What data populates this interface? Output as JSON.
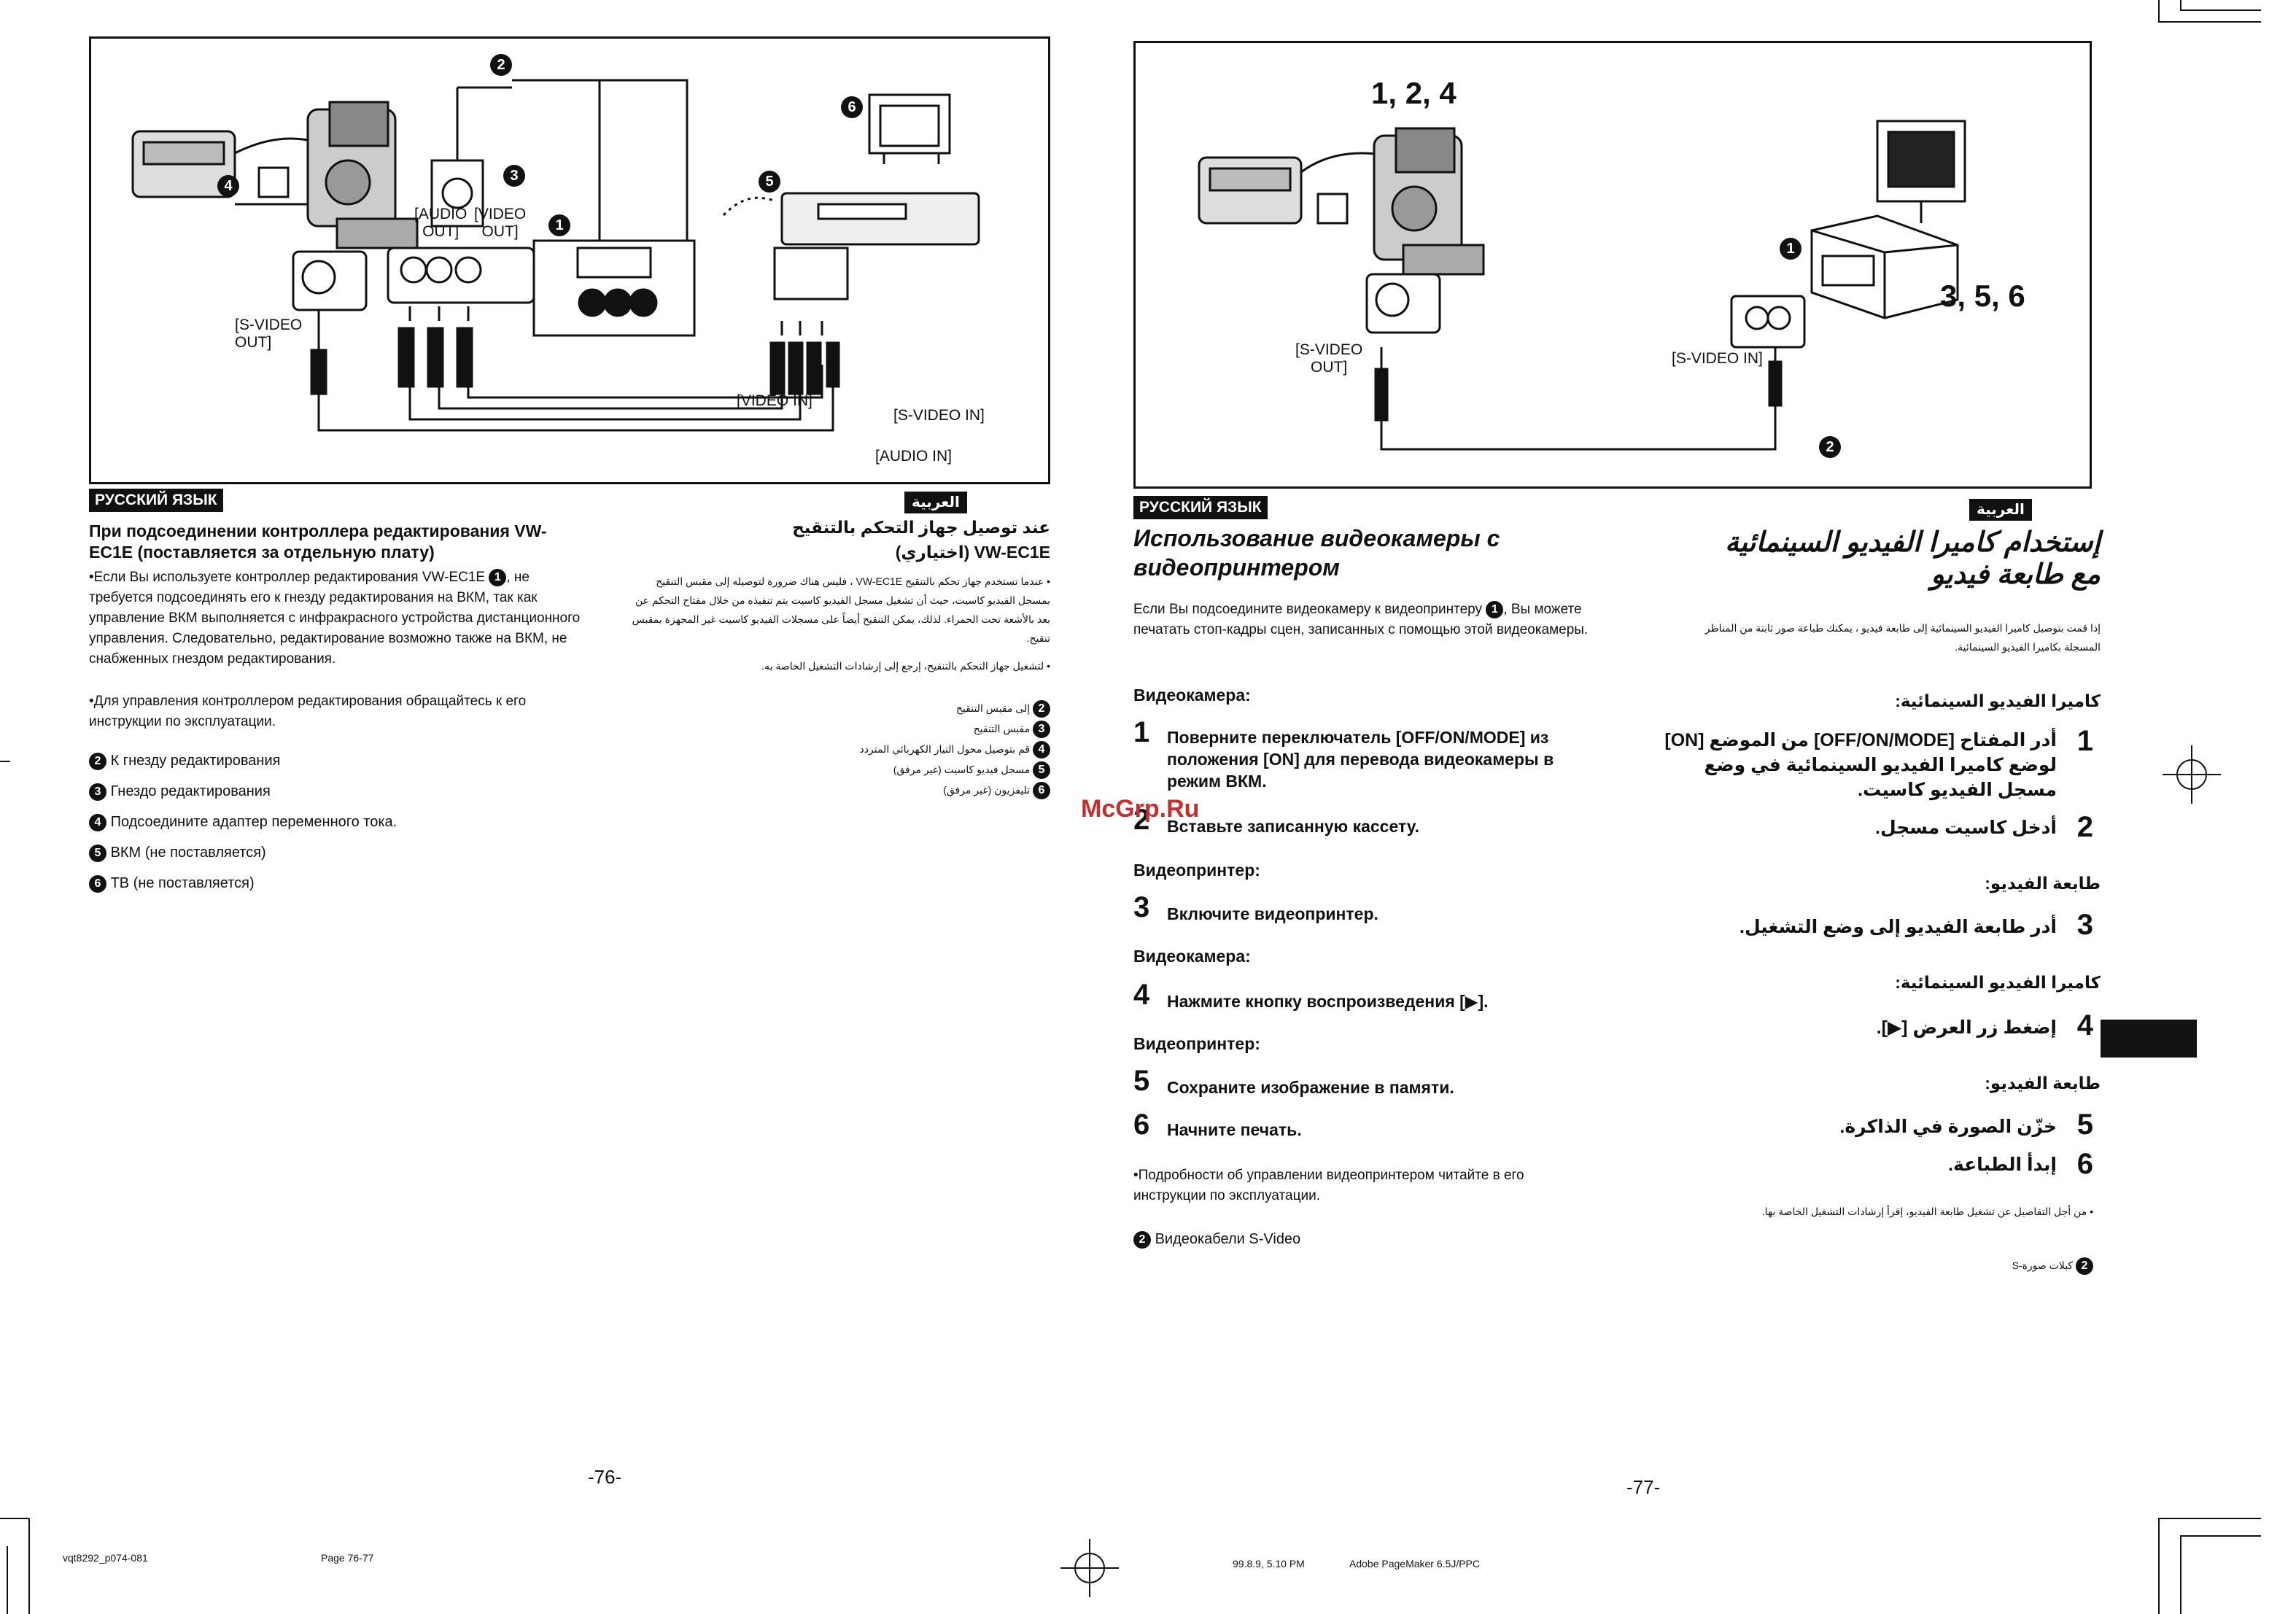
{
  "diagram_left": {
    "labels": {
      "s_video_out": "[S-VIDEO\nOUT]",
      "audio_out": "[AUDIO\nOUT]",
      "video_out": "[VIDEO\nOUT]",
      "video_in": "[VIDEO IN]",
      "s_video_in": "[S-VIDEO IN]",
      "audio_in": "[AUDIO IN]"
    },
    "markers": [
      "2",
      "3",
      "4",
      "5",
      "6",
      "1"
    ]
  },
  "diagram_right": {
    "labels": {
      "s_video_out": "[S-VIDEO\nOUT]",
      "s_video_in": "[S-VIDEO IN]",
      "camera_steps": "1, 2, 4",
      "printer_steps": "3, 5, 6"
    },
    "markers": [
      "1",
      "2"
    ]
  },
  "left_page": {
    "ru_badge": "РУССКИЙ ЯЗЫК",
    "ar_badge": "العربية",
    "ru_heading": "При подсоединении контроллера редактирования VW-EC1E (поставляется за отдельную плату)",
    "ru_bullet1_pre": "•Если Вы используете контроллер редактирования VW-EC1E",
    "ru_bullet1_post": ", не требуется подсоединять его к гнезду редактирования на ВКМ, так как управление ВКМ выполняется с инфракрасного устройства дистанционного управления. Следовательно, редактирование возможно также на ВКМ, не снабженных гнездом редактирования.",
    "ru_bullet2": "•Для управления контроллером редактирования обращайтесь к его инструкции по эксплуатации.",
    "ru_legend": [
      {
        "n": "2",
        "t": "К гнезду редактирования"
      },
      {
        "n": "3",
        "t": "Гнездо редактирования"
      },
      {
        "n": "4",
        "t": "Подсоедините адаптер переменного тока."
      },
      {
        "n": "5",
        "t": "ВКМ (не поставляется)"
      },
      {
        "n": "6",
        "t": "ТВ (не поставляется)"
      }
    ],
    "ar_heading1": "عند توصيل جهاز التحكم بالتنقيح",
    "ar_heading2": "VW-EC1E (اختياري)",
    "ar_body1": "• عندما تستخدم جهاز تحكم بالتنقيح VW-EC1E ، فليس هناك ضرورة لتوصيله إلى مقبس التنقيح بمسجل الفيديو كاسيت، حيث أن تشغيل مسجل الفيديو كاسيت يتم تنفيذه من خلال مفتاح التحكم عن بعد بالأشعة تحت الحمراء. لذلك، يمكن التنقيح أيضاً على مسجلات الفيديو كاسيت غير المجهزة بمقبس تنقيح.",
    "ar_body2": "• لتشغيل جهاز التحكم بالتنقيح، إرجع إلى إرشادات التشغيل الخاصة به.",
    "ar_legend": [
      {
        "n": "2",
        "t": "إلى مقبس التنقيح"
      },
      {
        "n": "3",
        "t": "مقبس التنقيح"
      },
      {
        "n": "4",
        "t": "قم بتوصيل محول التيار الكهربائي المتردد"
      },
      {
        "n": "5",
        "t": "مسجل فيديو كاسيت (غير مرفق)"
      },
      {
        "n": "6",
        "t": "تليفزيون (غير مرفق)"
      }
    ],
    "page_number": "-76-"
  },
  "right_page": {
    "ru_badge": "РУССКИЙ ЯЗЫК",
    "ar_badge": "العربية",
    "ru_title": "Использование видеокамеры с видеопринтером",
    "ru_intro_pre": "Если Вы подсоедините видеокамеру к видеопринтеру",
    "ru_intro_post": ", Вы можете печатать стоп-кадры сцен, записанных с помощью этой видеокамеры.",
    "steps": [
      {
        "head": "Видеокамера:",
        "n": "1",
        "t": "Поверните переключатель [OFF/ON/MODE] из положения [ON] для перевода видеокамеры в режим ВКМ."
      },
      {
        "head": "",
        "n": "2",
        "t": "Вставьте записанную кассету."
      },
      {
        "head": "Видеопринтер:",
        "n": "3",
        "t": "Включите видеопринтер."
      },
      {
        "head": "Видеокамера:",
        "n": "4",
        "t": "Нажмите кнопку воспроизведения [▶]."
      },
      {
        "head": "Видеопринтер:",
        "n": "5",
        "t": "Сохраните изображение в памяти."
      },
      {
        "head": "",
        "n": "6",
        "t": "Начните печать."
      }
    ],
    "ru_note": "•Подробности об управлении видеопринтером читайте в его инструкции по эксплуатации.",
    "ru_cable_n": "2",
    "ru_cable": "Видеокабели S-Video",
    "ar_title1": "إستخدام كاميرا الفيديو السينمائية",
    "ar_title2": "مع طابعة فيديو",
    "ar_intro": "إذا قمت بتوصيل كاميرا الفيديو السينمائية إلى طابعة فيديو ، يمكنك طباعة صور ثابتة من المناظر المسجلة بكاميرا الفيديو السينمائية.",
    "ar_steps": [
      {
        "head": "كاميرا الفيديو السينمائية:",
        "n": "1",
        "t": "أدر المفتاح [OFF/ON/MODE] من الموضع [ON] لوضع كاميرا الفيديو السينمائية في وضع مسجل الفيديو كاسيت."
      },
      {
        "head": "",
        "n": "2",
        "t": "أدخل كاسيت مسجل."
      },
      {
        "head": "طابعة الفيديو:",
        "n": "3",
        "t": "أدر طابعة الفيديو إلى وضع التشغيل."
      },
      {
        "head": "كاميرا الفيديو السينمائية:",
        "n": "4",
        "t": "إضغط زر العرض [▶]."
      },
      {
        "head": "طابعة الفيديو:",
        "n": "5",
        "t": "خزّن الصورة في الذاكرة."
      },
      {
        "head": "",
        "n": "6",
        "t": "إبدأ الطباعة."
      }
    ],
    "ar_note": "• من أجل التفاصيل عن تشغيل طابعة الفيديو، إقرأ إرشادات التشغيل الخاصة بها.",
    "ar_cable_n": "2",
    "ar_cable": "كبلات صورة-S",
    "page_number": "-77-"
  },
  "watermark": "McGrp.Ru",
  "footer": {
    "file": "vqt8292_p074-081",
    "page": "Page 76-77",
    "date": "99.8.9, 5.10 PM",
    "app": "Adobe PageMaker 6.5J/PPC"
  }
}
